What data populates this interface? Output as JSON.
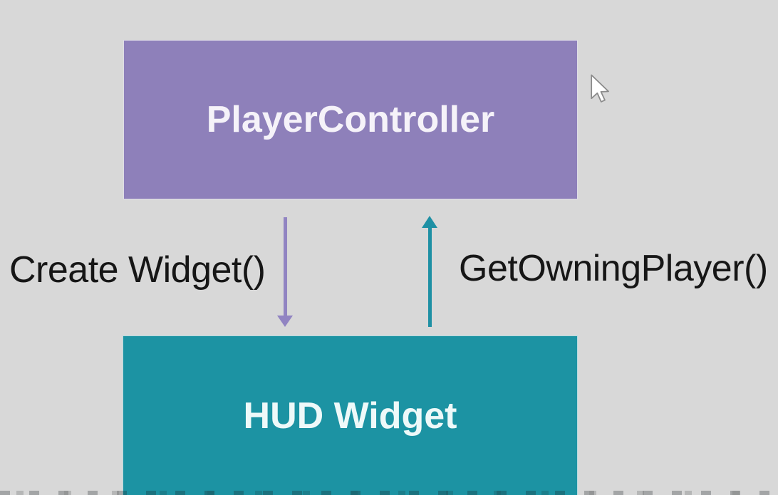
{
  "diagram": {
    "background_color": "#d8d8d8",
    "label_color": "#161616",
    "nodes": [
      {
        "id": "player-controller",
        "label": "PlayerController",
        "fill": "#8e80ba",
        "text_color": "#f5f2f9"
      },
      {
        "id": "hud-widget",
        "label": "HUD Widget",
        "fill": "#1c93a3",
        "text_color": "#eef9f9"
      }
    ],
    "edges": [
      {
        "id": "create-widget",
        "label": "Create Widget()",
        "direction": "down",
        "from": "player-controller",
        "to": "hud-widget",
        "color": "#9184c2"
      },
      {
        "id": "get-owning-player",
        "label": "GetOwningPlayer()",
        "direction": "up",
        "from": "hud-widget",
        "to": "player-controller",
        "color": "#1e90a4"
      }
    ]
  },
  "cursor": {
    "icon": "mouse-pointer"
  }
}
